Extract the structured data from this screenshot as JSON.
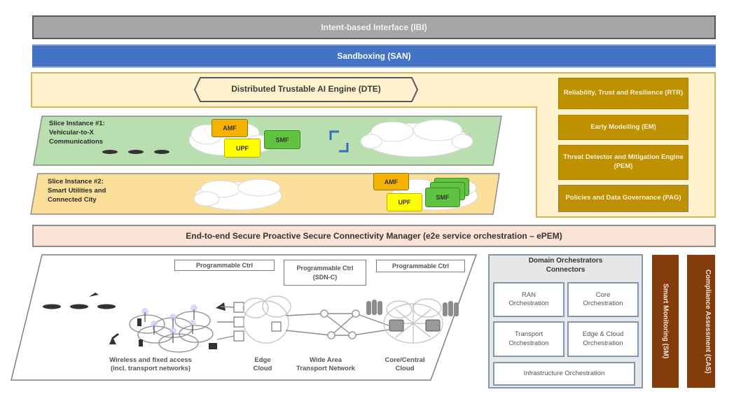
{
  "layers": {
    "ibi": "Intent-based Interface (IBI)",
    "san": "Sandboxing (SAN)",
    "dte": "Distributed Trustable AI Engine (DTE)",
    "epem": "End-to-end Secure Proactive Secure Connectivity Manager (e2e service orchestration – ePEM)"
  },
  "dte_modules": [
    {
      "label": "Reliability, Trust and Resilience (RTR)"
    },
    {
      "label": "Early Modelling (EM)"
    },
    {
      "label": "Threat Detector and Mitigation Engine (PEM)"
    },
    {
      "label": "Policies and Data Governance (PAG)"
    }
  ],
  "slices": [
    {
      "title": "Slice Instance #1:",
      "line2": "Vehicular-to-X",
      "line3": "Communications",
      "functions": [
        "AMF",
        "UPF",
        "SMF"
      ],
      "color": "#b9dfb0"
    },
    {
      "title": "Slice Instance #2:",
      "line2": "Smart Utilities and",
      "line3": "Connected City",
      "functions": [
        "AMF",
        "UPF",
        "SMF"
      ],
      "color": "#fbdf98"
    }
  ],
  "infrastructure": {
    "controllers": [
      "Programmable Ctrl",
      "Programmable Ctrl (SDN-C)",
      "Programmable Ctrl"
    ],
    "segments": [
      {
        "line1": "Wireless and fixed access",
        "line2": "(incl. transport networks)"
      },
      {
        "line1": "Edge",
        "line2": "Cloud"
      },
      {
        "line1": "Wide Area",
        "line2": "Transport Network"
      },
      {
        "line1": "Core/Central",
        "line2": "Cloud"
      }
    ]
  },
  "domain_orchestrators": {
    "title": "Domain Orchestrators Connectors",
    "items": [
      "RAN Orchestration",
      "Core Orchestration",
      "Transport Orchestration",
      "Edge & Cloud Orchestration",
      "Infrastructure Orchestration"
    ]
  },
  "side_bars": {
    "sm": "Smart Monitoring (SM)",
    "cas": "Compliance Assessment (CAS)"
  },
  "colors": {
    "ibi": "#a6a6a6",
    "san": "#4472c4",
    "dte_bg": "#fff2cc",
    "dte_border": "#d6b656",
    "dte_module": "#bf9000",
    "epem": "#fbe4d5",
    "side_bar": "#843c0c"
  }
}
